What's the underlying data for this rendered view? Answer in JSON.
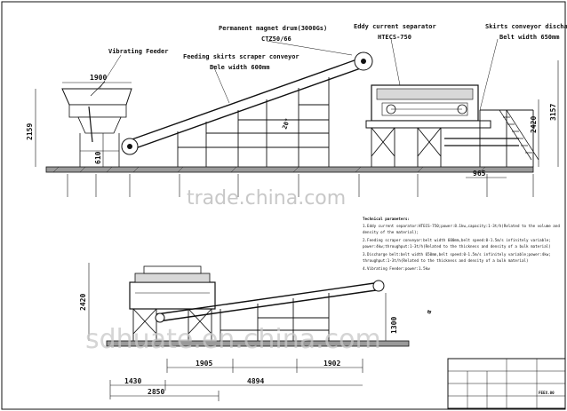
{
  "labels": {
    "magnet_drum": "Permanent magnet drum(3000Gs)",
    "magnet_model": "CTZ50/66",
    "eddy_title": "Eddy current separator",
    "eddy_model": "HTECS-750",
    "skirts_title": "Skirts conveyor discharge",
    "skirts_width": "Belt width 650mm",
    "vibrating_feeder": "Vibrating Feeder",
    "feeding_title": "Feeding skirts scraper conveyor",
    "feeding_width": "Bele width 600mm",
    "angle_mark": "20°",
    "angle_mark2": "α"
  },
  "dimensions": {
    "d1900": "1900",
    "d2159": "2159",
    "d610": "610",
    "d2420_top": "2420",
    "d3157": "3157",
    "d965": "965",
    "d2420_bottom": "2420",
    "d1300": "1300",
    "d1905": "1905",
    "d1902": "1902",
    "d1430": "1430",
    "d4894": "4894",
    "d2850": "2850"
  },
  "tech": {
    "title": "Technical parameters:",
    "lines": [
      "1.Eddy current separator:HTECS-750;power:8.1kw,capacity:1-3t/h(Related to the volume and",
      "  density of the material);",
      "2.Feeding  scraper conveyor:belt width 600mm,belt speed:0-1.5m/s infinitely variable;",
      "power:4kw;throughput:1-3t/h(Related to the thickness and density of a bulk material)",
      "3.Discharge belt:belt width 650mm,belt speed:0-1.5m/s infinitely variable;power:4kw;",
      "  throughput:1-3t/h(Related to the thickness and density of a bulk material)",
      "4.Vibrating Feeder:power:1.5kw"
    ]
  },
  "title_block": {
    "drawing_no": "FEEX.00"
  },
  "watermarks": {
    "top": "trade.china.com",
    "bottom": "sdhuate.en.china.com"
  }
}
